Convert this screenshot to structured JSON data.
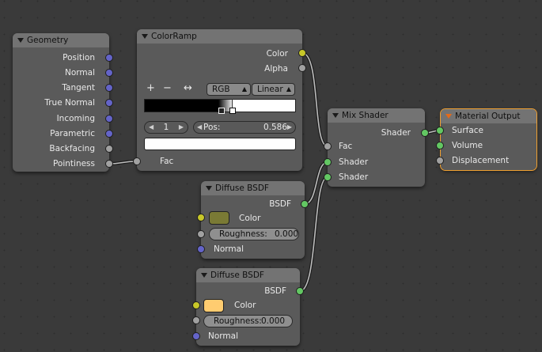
{
  "nodes": {
    "geometry": {
      "title": "Geometry",
      "outputs": [
        "Position",
        "Normal",
        "Tangent",
        "True Normal",
        "Incoming",
        "Parametric",
        "Backfacing",
        "Pointiness"
      ]
    },
    "colorramp": {
      "title": "ColorRamp",
      "outputs": [
        "Color",
        "Alpha"
      ],
      "tools": {
        "add": "+",
        "remove": "−",
        "flip": "↔"
      },
      "mode": "RGB",
      "interpolation": "Linear",
      "stop_index": "1",
      "pos_label": "Pos:",
      "pos_value": "0.586",
      "input": "Fac",
      "selected_color": "#ffffff"
    },
    "mix": {
      "title": "Mix Shader",
      "output": "Shader",
      "inputs": [
        "Fac",
        "Shader",
        "Shader"
      ]
    },
    "output": {
      "title": "Material Output",
      "inputs": [
        "Surface",
        "Volume",
        "Displacement"
      ]
    },
    "diffuse1": {
      "title": "Diffuse BSDF",
      "output": "BSDF",
      "color_label": "Color",
      "color": "#7a7a35",
      "roughness_label": "Roughness:",
      "roughness": "0.000",
      "normal_label": "Normal"
    },
    "diffuse2": {
      "title": "Diffuse BSDF",
      "output": "BSDF",
      "color_label": "Color",
      "color": "#ffcc70",
      "roughness_label": "Roughness:",
      "roughness": "0.000",
      "normal_label": "Normal"
    }
  },
  "colors": {
    "vector_socket": "#6464c8",
    "color_socket": "#c7c729",
    "float_socket": "#a1a1a1",
    "shader_socket": "#63c763",
    "active_outline": "#f0a030"
  }
}
